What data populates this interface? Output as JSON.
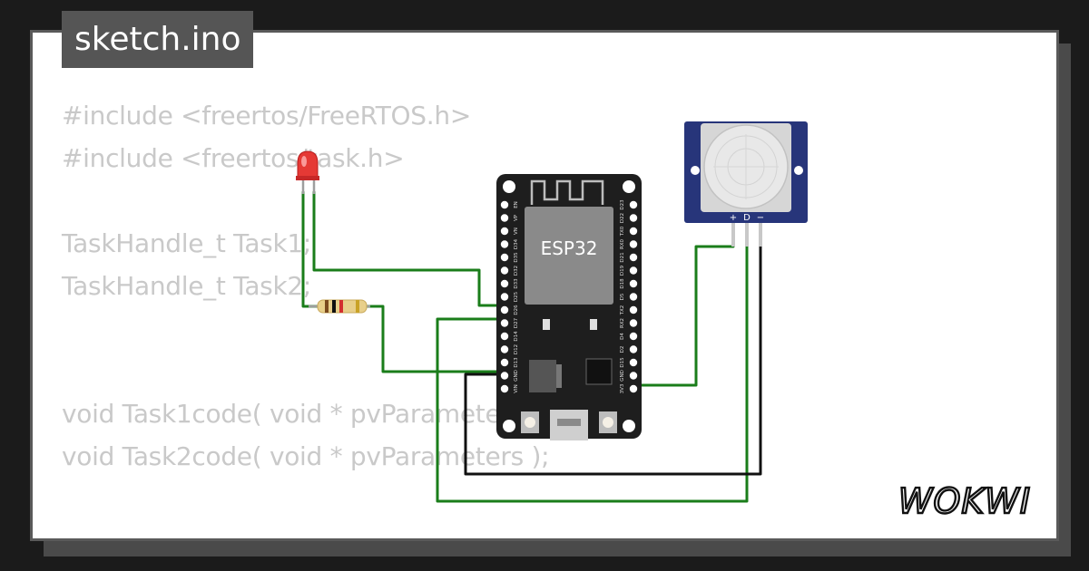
{
  "file_tab": {
    "name": "sketch.ino"
  },
  "code_lines": [
    "#include <freertos/FreeRTOS.h>",
    "#include <freertos/task.h>",
    "",
    "TaskHandle_t Task1;",
    "TaskHandle_t Task2;",
    "",
    "",
    "void Task1code( void * pvParameters );",
    "void Task2code( void * pvParameters );"
  ],
  "board": {
    "label": "ESP32",
    "pins_left": [
      "EN",
      "VP",
      "VN",
      "D34",
      "D35",
      "D32",
      "D33",
      "D25",
      "D26",
      "D27",
      "D14",
      "D12",
      "D13",
      "GND",
      "VIN"
    ],
    "pins_right": [
      "D23",
      "D22",
      "TX0",
      "RX0",
      "D21",
      "D19",
      "D18",
      "D5",
      "TX2",
      "RX2",
      "D4",
      "D2",
      "D15",
      "GND",
      "3V3"
    ]
  },
  "pir_sensor": {
    "pin_labels": [
      "+",
      "D",
      "−"
    ]
  },
  "brand": {
    "logo": "WOKWI"
  },
  "colors": {
    "background": "#1b1b1b",
    "card": "#ffffff",
    "wire_green": "#1a7d1a",
    "wire_black": "#111111",
    "board": "#1e1e1e",
    "chip": "#8a8a8a",
    "pir_frame": "#27357a",
    "led": "#e53935"
  }
}
